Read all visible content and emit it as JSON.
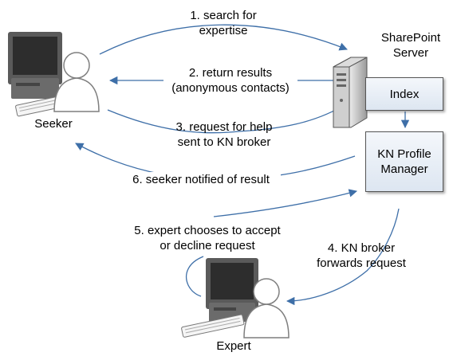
{
  "actors": {
    "seeker": "Seeker",
    "expert": "Expert",
    "server_line1": "SharePoint",
    "server_line2": "Server"
  },
  "boxes": {
    "index": "Index",
    "kn_profile_line1": "KN Profile",
    "kn_profile_line2": "Manager"
  },
  "steps": [
    {
      "line1": "1. search for",
      "line2": "expertise"
    },
    {
      "line1": "2. return results",
      "line2": "(anonymous contacts)"
    },
    {
      "line1": "3. request for help",
      "line2": "sent to KN broker"
    },
    {
      "line1": "4. KN broker",
      "line2": "forwards request"
    },
    {
      "line1": "5. expert chooses to accept",
      "line2": "or decline request"
    },
    {
      "line1": "6. seeker notified of result"
    }
  ],
  "colors": {
    "arrow": "#3e6fa8",
    "box_fill": "#e6edf6",
    "monitor_body": "#595959",
    "screen": "#2a2a2a",
    "person_fill": "#ffffff",
    "person_stroke": "#7f7f7f"
  },
  "icons": {
    "seeker": "computer-user-icon",
    "expert": "computer-user-icon",
    "server": "server-tower-icon"
  }
}
